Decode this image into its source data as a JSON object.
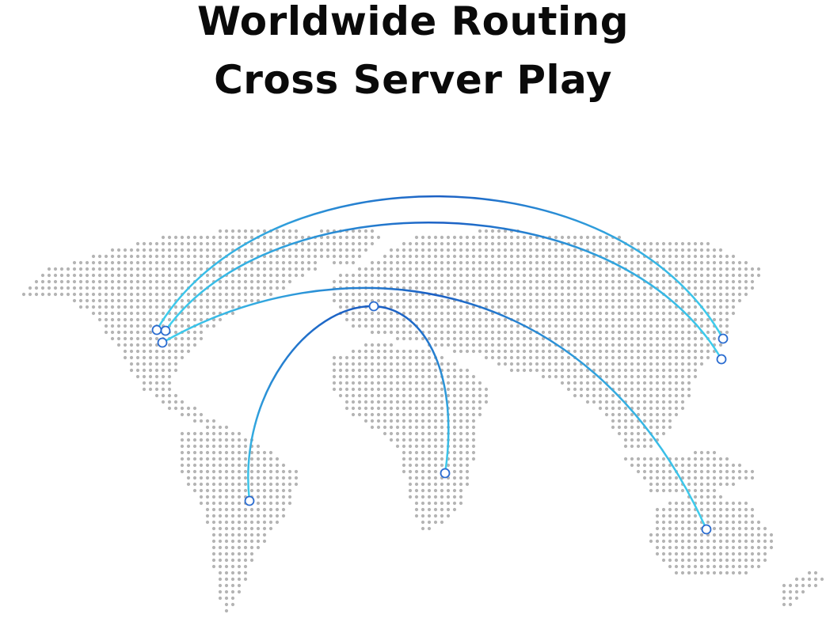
{
  "header": {
    "title_line1": "Worldwide Routing",
    "title_line2": "Cross Server Play"
  },
  "colors": {
    "dot": "#b4b4b4",
    "arc_end": "#3fd0ee",
    "arc_mid": "#1b5fc4",
    "node_stroke": "#2a6cd0"
  },
  "routes": [
    {
      "from": "north-america",
      "to": "japan"
    },
    {
      "from": "north-america",
      "to": "east-asia"
    },
    {
      "from": "north-america",
      "to": "australia"
    },
    {
      "from": "south-america",
      "to": "europe"
    },
    {
      "from": "europe",
      "to": "africa"
    }
  ]
}
